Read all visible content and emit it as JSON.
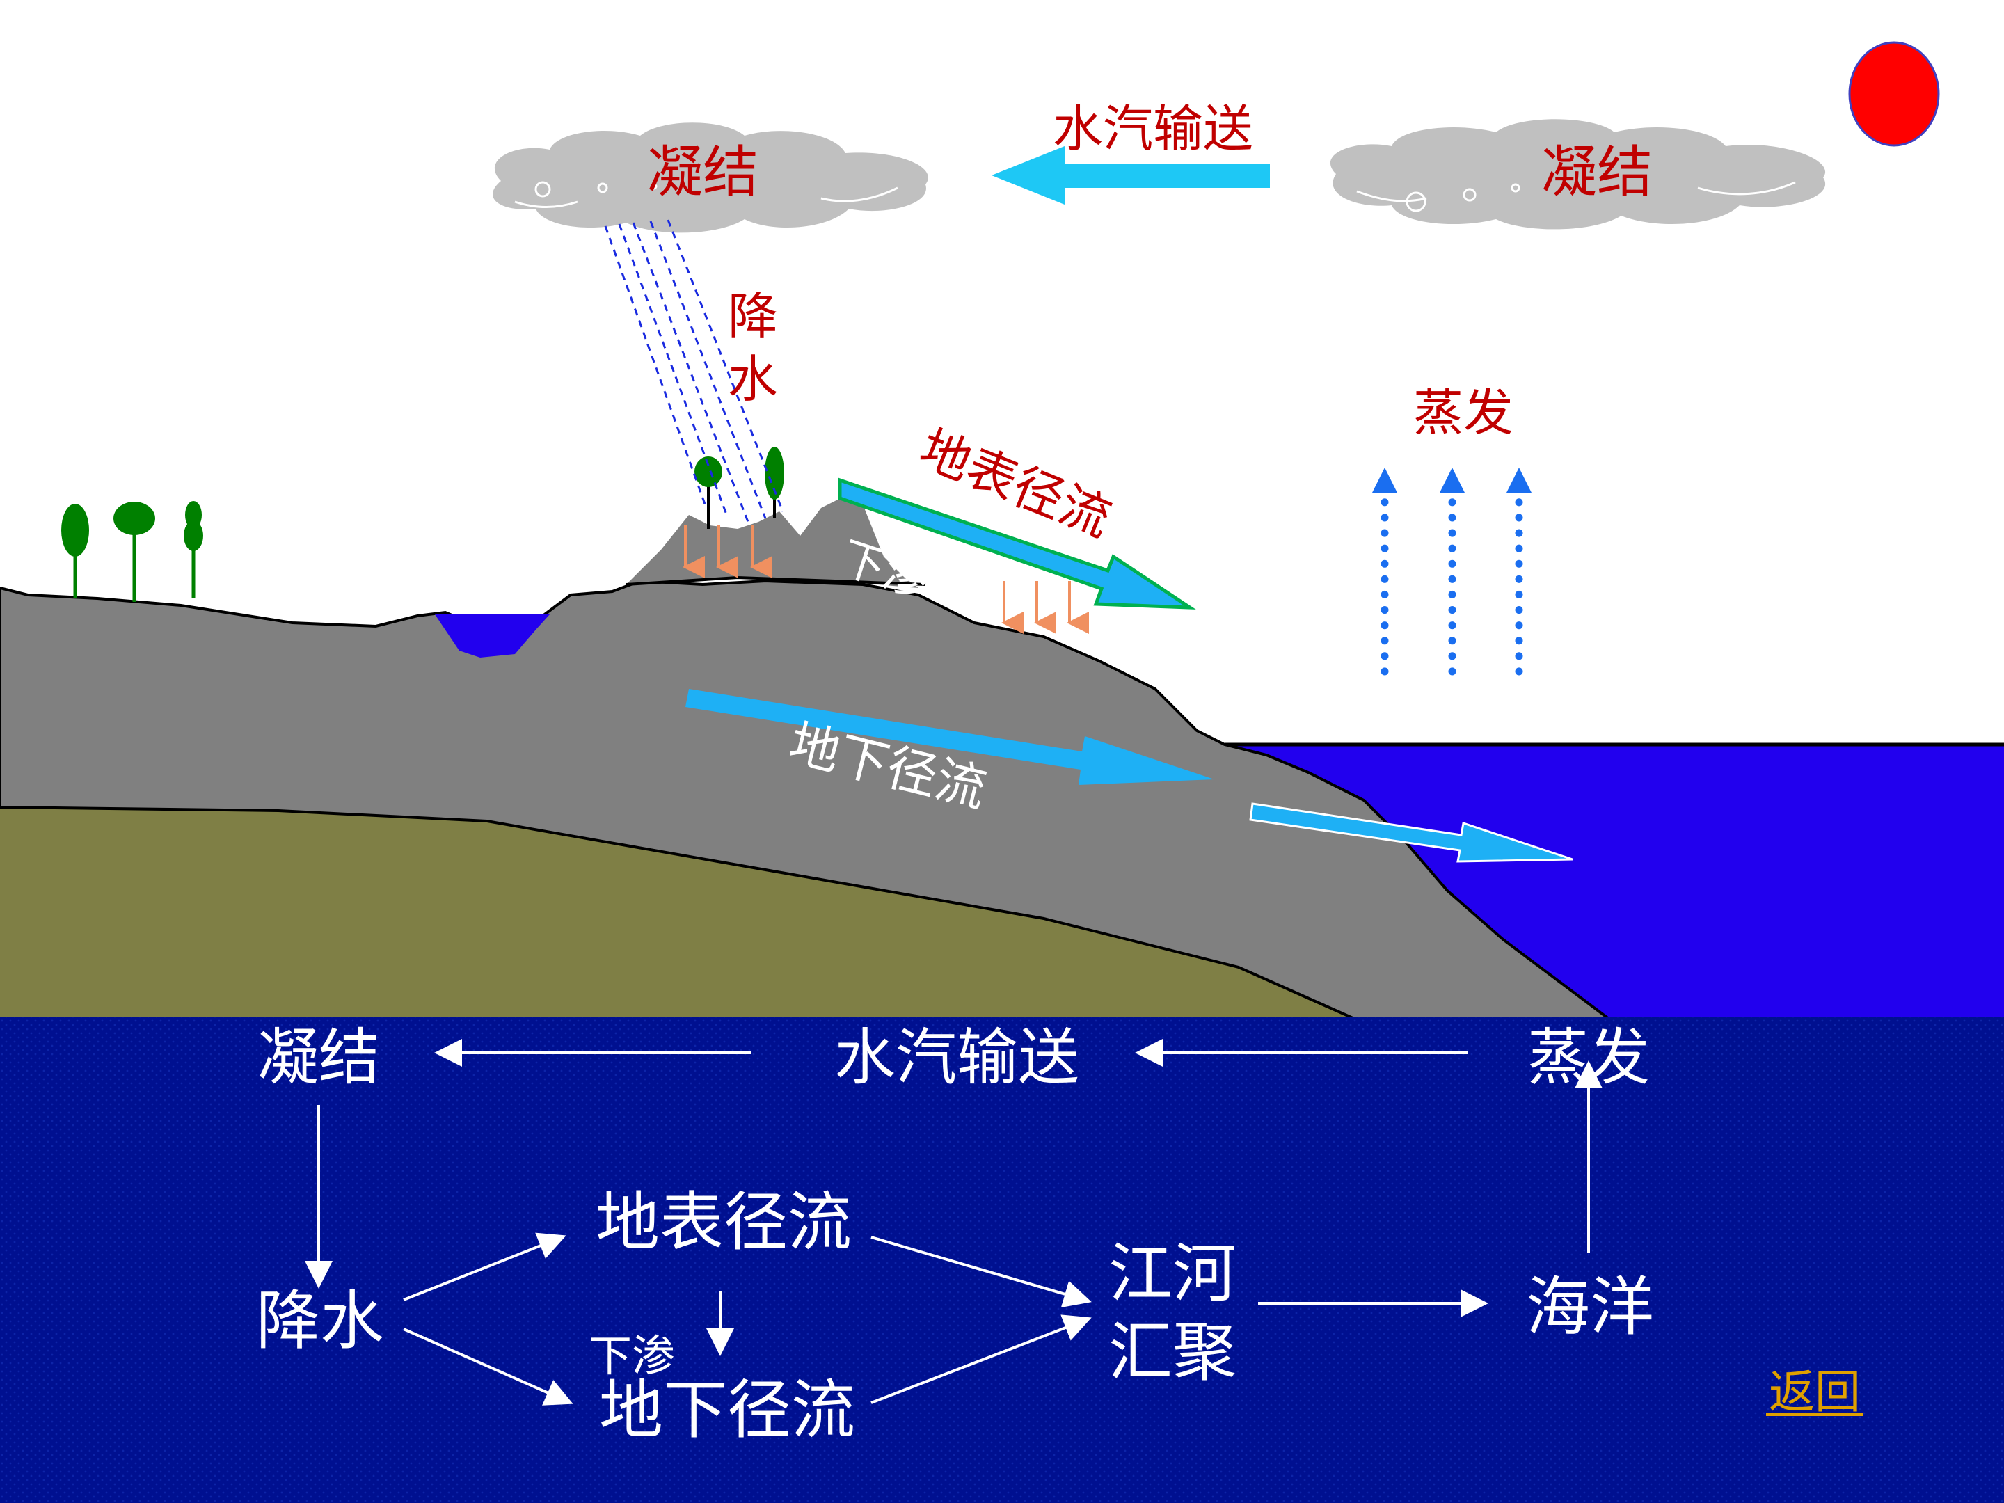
{
  "illustration": {
    "cloud_left_label": "凝结",
    "cloud_right_label": "凝结",
    "vapor_transport_label": "水汽输送",
    "precipitation_label": [
      "降",
      "水"
    ],
    "evaporation_label": "蒸发",
    "surface_runoff_label": "地表径流",
    "infiltration_label": "下渗",
    "groundwater_runoff_label": "地下径流"
  },
  "flowchart": {
    "nodes": {
      "condensation": "凝结",
      "vapor_transport": "水汽输送",
      "evaporation": "蒸发",
      "precipitation": "降水",
      "surface_runoff": "地表径流",
      "infiltration": "下渗",
      "groundwater_runoff": "地下径流",
      "river_confluence": [
        "江河",
        "汇聚"
      ],
      "ocean": "海洋"
    }
  },
  "return_link": "返回",
  "colors": {
    "label_red": "#c00000",
    "sky": "#ffffff",
    "land_gray": "#808080",
    "soil_olive": "#7f7f45",
    "sea_blue": "#2200ee",
    "panel_navy": "#001090",
    "arrow_cyan": "#1eb0f5",
    "sun_red": "#ff0000",
    "tree_green": "#008000",
    "return_link": "#e0a000"
  }
}
